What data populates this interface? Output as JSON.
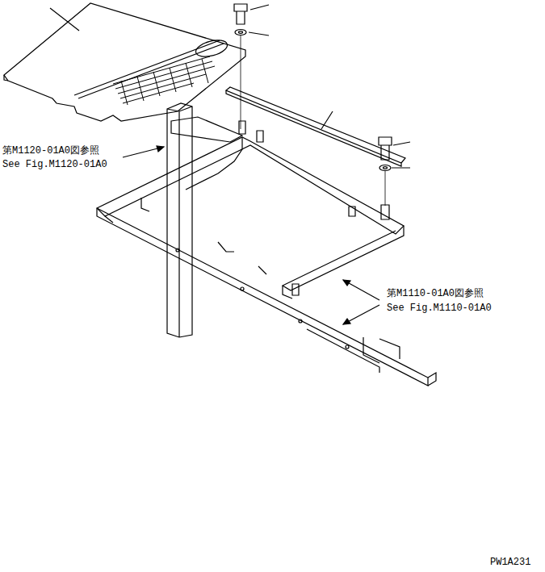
{
  "diagram": {
    "labels": [
      "第M1120-01A0図参照",
      "See Fig.M1120-01A0",
      "第M1110-01A0図参照",
      "See Fig.M1110-01A0",
      "PW1A231"
    ]
  }
}
